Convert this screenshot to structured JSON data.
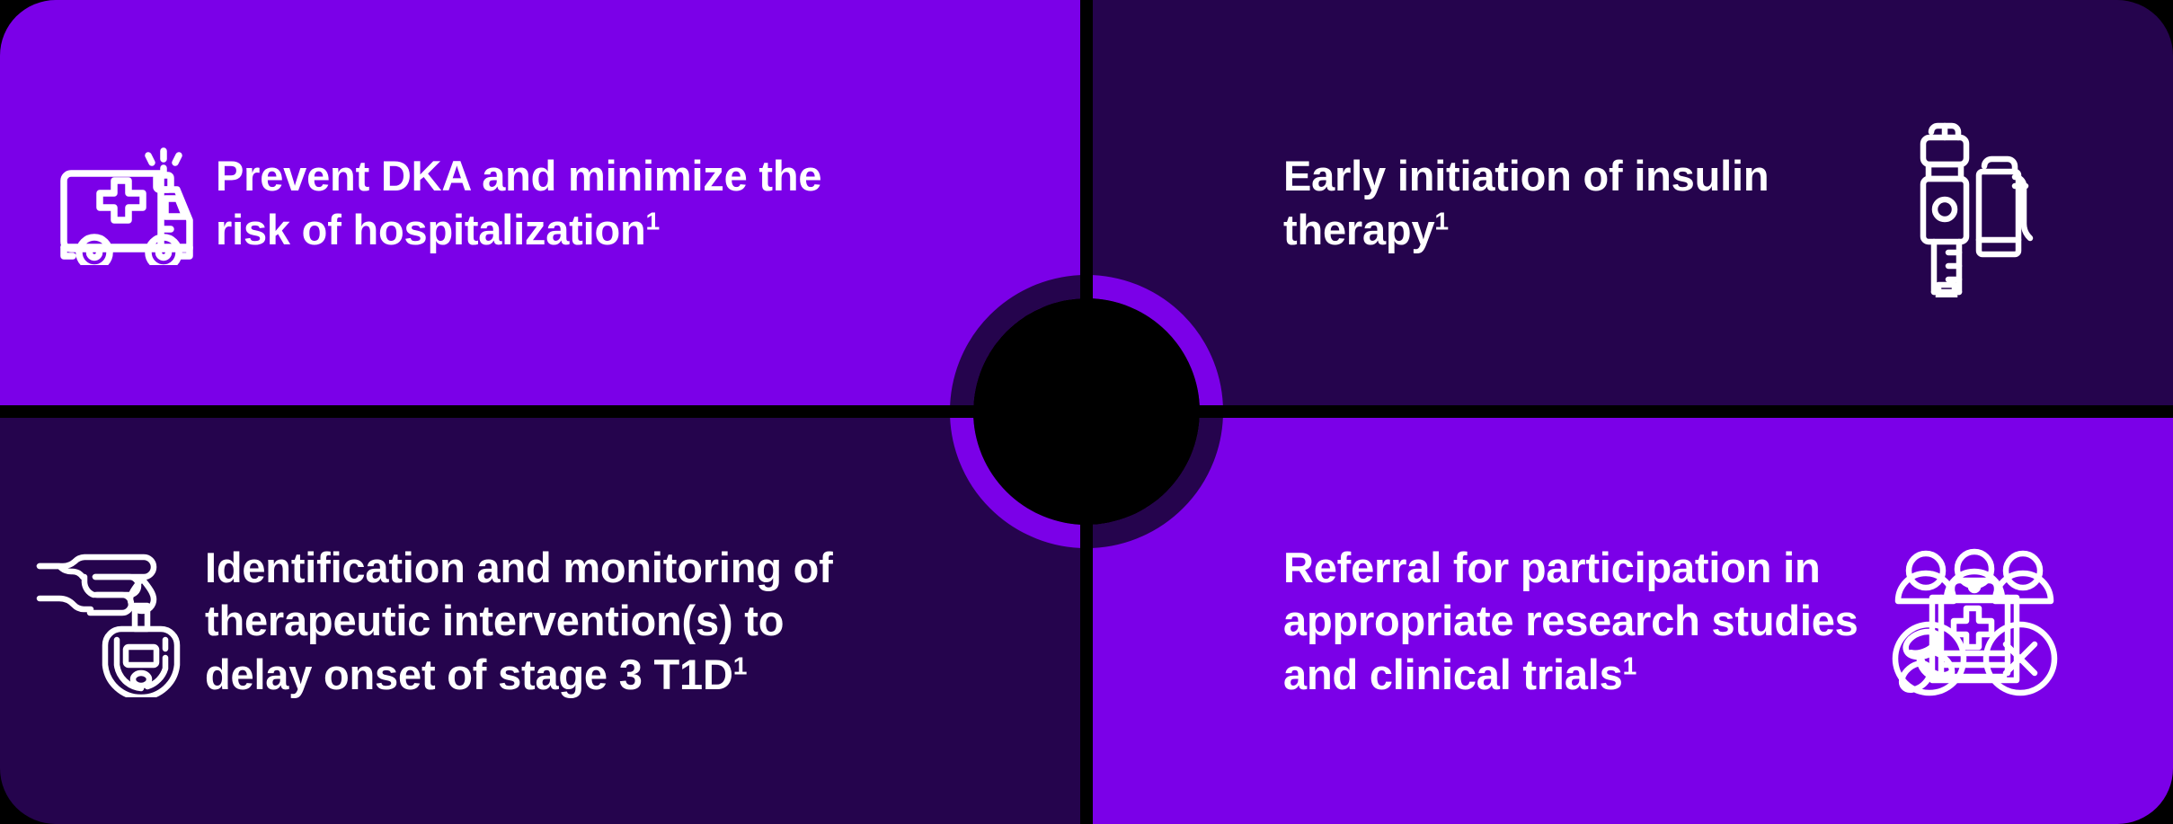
{
  "theme": {
    "background": "#000000",
    "accent_bright": "#7B00E8",
    "accent_dark": "#25044D",
    "text_color": "#FFFFFF"
  },
  "layout": {
    "type": "2x2-quadrant-target",
    "centre_graphic": "target-circle"
  },
  "quadrants": [
    {
      "position": "top-left",
      "background": "#7B00E8",
      "icon": "ambulance-icon",
      "icon_side": "left",
      "text": "Prevent DKA and minimize the risk of hospitalization",
      "footnote_marker": "1"
    },
    {
      "position": "top-right",
      "background": "#25044D",
      "icon": "insulin-pen-syringe-icon",
      "icon_side": "right",
      "text": "Early initiation of insulin therapy",
      "footnote_marker": "1"
    },
    {
      "position": "bottom-left",
      "background": "#25044D",
      "icon": "finger-prick-glucose-meter-icon",
      "icon_side": "left",
      "text": "Identification and monitoring of therapeutic intervention(s) to delay onset of stage 3 T1D",
      "footnote_marker": "1"
    },
    {
      "position": "bottom-right",
      "background": "#7B00E8",
      "icon": "clinical-trial-group-clipboard-icon",
      "icon_side": "right",
      "text": "Referral for participation in appropriate research studies and clinical trials",
      "footnote_marker": "1"
    }
  ]
}
